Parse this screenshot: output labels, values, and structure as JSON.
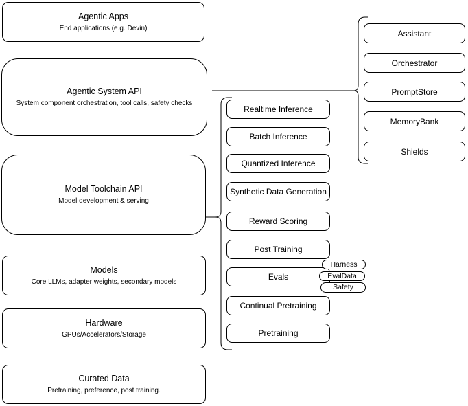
{
  "diagram": {
    "left_stack": {
      "boxes": [
        {
          "title": "Agentic Apps",
          "subtitle": "End applications (e.g. Devin)"
        },
        {
          "title": "Agentic System API",
          "subtitle": "System component orchestration, tool calls, safety checks"
        },
        {
          "title": "Model Toolchain API",
          "subtitle": "Model development & serving"
        },
        {
          "title": "Models",
          "subtitle": "Core LLMs, adapter weights, secondary models"
        },
        {
          "title": "Hardware",
          "subtitle": "GPUs/Accelerators/Storage"
        },
        {
          "title": "Curated Data",
          "subtitle": "Pretraining, preference, post training."
        }
      ]
    },
    "toolchain_group": {
      "items": [
        {
          "label": "Realtime Inference"
        },
        {
          "label": "Batch Inference"
        },
        {
          "label": "Quantized Inference"
        },
        {
          "label": "Synthetic Data Generation"
        },
        {
          "label": "Reward Scoring"
        },
        {
          "label": "Post Training"
        },
        {
          "label": "Evals",
          "tags": [
            "Harness",
            "EvalData",
            "Safety"
          ]
        },
        {
          "label": "Continual Pretraining"
        },
        {
          "label": "Pretraining"
        }
      ]
    },
    "system_group": {
      "items": [
        {
          "label": "Assistant"
        },
        {
          "label": "Orchestrator"
        },
        {
          "label": "PromptStore"
        },
        {
          "label": "MemoryBank"
        },
        {
          "label": "Shields"
        }
      ]
    },
    "colors": {
      "stroke": "#000000",
      "fill": "#ffffff",
      "text": "#000000"
    }
  }
}
